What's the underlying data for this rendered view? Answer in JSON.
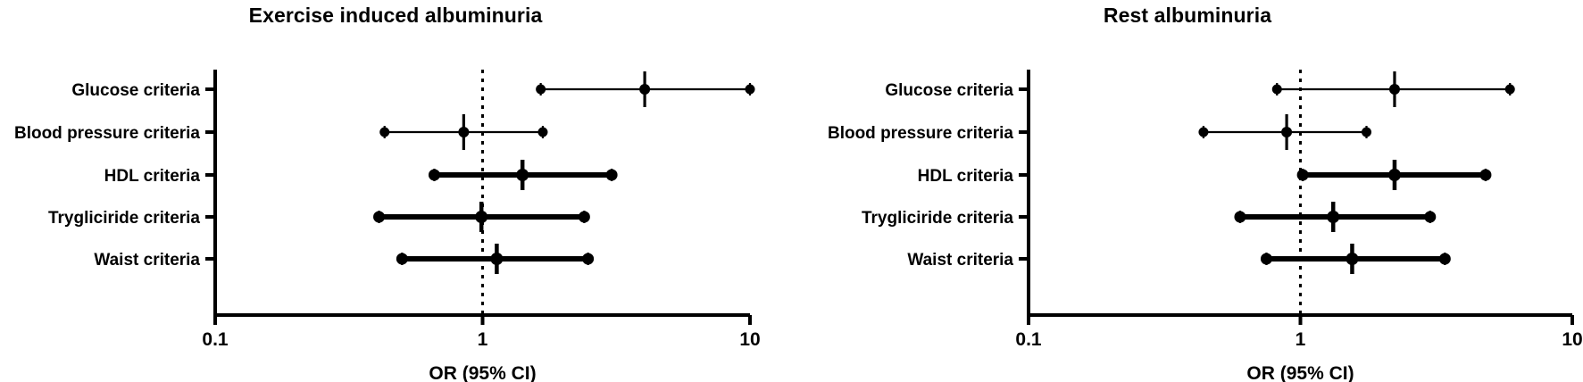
{
  "figure": {
    "type": "forest-plot",
    "panel_count": 2,
    "colors": {
      "ink": "#000000",
      "background": "#ffffff"
    }
  },
  "panels": [
    {
      "id": "exercise-induced-albuminuria",
      "title": "Exercise induced albuminuria",
      "xlabel": "OR (95% CI)",
      "xscale": "log10",
      "xlim": [
        0.1,
        10
      ],
      "xticks": [
        "0.1",
        "1",
        "10"
      ],
      "xtick_values": [
        0.1,
        1,
        10
      ],
      "reference_line": 1,
      "categories": [
        "Glucose criteria",
        "Blood pressure criteria",
        "HDL criteria",
        "Trygliciride criteria",
        "Waist criteria"
      ],
      "rows": [
        {
          "label": "Glucose criteria",
          "or": 4.04,
          "lcl": 1.65,
          "ucl": 10.0,
          "weight": "thin"
        },
        {
          "label": "Blood pressure criteria",
          "or": 0.85,
          "lcl": 0.43,
          "ucl": 1.68,
          "weight": "thin"
        },
        {
          "label": "HDL criteria",
          "or": 1.41,
          "lcl": 0.66,
          "ucl": 3.04,
          "weight": "thick"
        },
        {
          "label": "Trygliciride criteria",
          "or": 0.99,
          "lcl": 0.41,
          "ucl": 2.4,
          "weight": "thick"
        },
        {
          "label": "Waist criteria",
          "or": 1.13,
          "lcl": 0.5,
          "ucl": 2.48,
          "weight": "thick"
        }
      ]
    },
    {
      "id": "rest-albuminuria",
      "title": "Rest albuminuria",
      "xlabel": "OR (95% CI)",
      "xscale": "log10",
      "xlim": [
        0.1,
        10
      ],
      "xticks": [
        "0.1",
        "1",
        "10"
      ],
      "xtick_values": [
        0.1,
        1,
        10
      ],
      "reference_line": 1,
      "categories": [
        "Glucose criteria",
        "Blood pressure criteria",
        "HDL criteria",
        "Trygliciride criteria",
        "Waist criteria"
      ],
      "rows": [
        {
          "label": "Glucose criteria",
          "or": 2.22,
          "lcl": 0.82,
          "ucl": 5.9,
          "weight": "thin"
        },
        {
          "label": "Blood pressure criteria",
          "or": 0.89,
          "lcl": 0.44,
          "ucl": 1.75,
          "weight": "thin"
        },
        {
          "label": "HDL criteria",
          "or": 2.22,
          "lcl": 1.02,
          "ucl": 4.8,
          "weight": "thick"
        },
        {
          "label": "Trygliciride criteria",
          "or": 1.32,
          "lcl": 0.6,
          "ucl": 3.0,
          "weight": "thick"
        },
        {
          "label": "Waist criteria",
          "or": 1.55,
          "lcl": 0.75,
          "ucl": 3.4,
          "weight": "thick"
        }
      ]
    }
  ],
  "chart_data": {
    "type": "scatter",
    "subtype": "forest-plot",
    "title": "",
    "xlabel": "OR (95% CI)",
    "ylabel": "",
    "xscale": "log10",
    "xlim": [
      0.1,
      10
    ],
    "xticks": [
      0.1,
      1,
      10
    ],
    "xtick_labels": [
      "0.1",
      "1",
      "10"
    ],
    "grid": false,
    "legend": "none",
    "reference_line": 1,
    "categories": [
      "Glucose criteria",
      "Blood pressure criteria",
      "HDL criteria",
      "Trygliciride criteria",
      "Waist criteria"
    ],
    "series": [
      {
        "name": "Exercise induced albuminuria",
        "point_estimates": [
          4.04,
          0.85,
          1.41,
          0.99,
          1.13
        ],
        "lower_ci": [
          1.65,
          0.43,
          0.66,
          0.41,
          0.5
        ],
        "upper_ci": [
          10.0,
          1.68,
          3.04,
          2.4,
          2.48
        ]
      },
      {
        "name": "Rest albuminuria",
        "point_estimates": [
          2.22,
          0.89,
          2.22,
          1.32,
          1.55
        ],
        "lower_ci": [
          0.82,
          0.44,
          1.02,
          0.6,
          0.75
        ],
        "upper_ci": [
          5.9,
          1.75,
          4.8,
          3.0,
          3.4
        ]
      }
    ]
  }
}
